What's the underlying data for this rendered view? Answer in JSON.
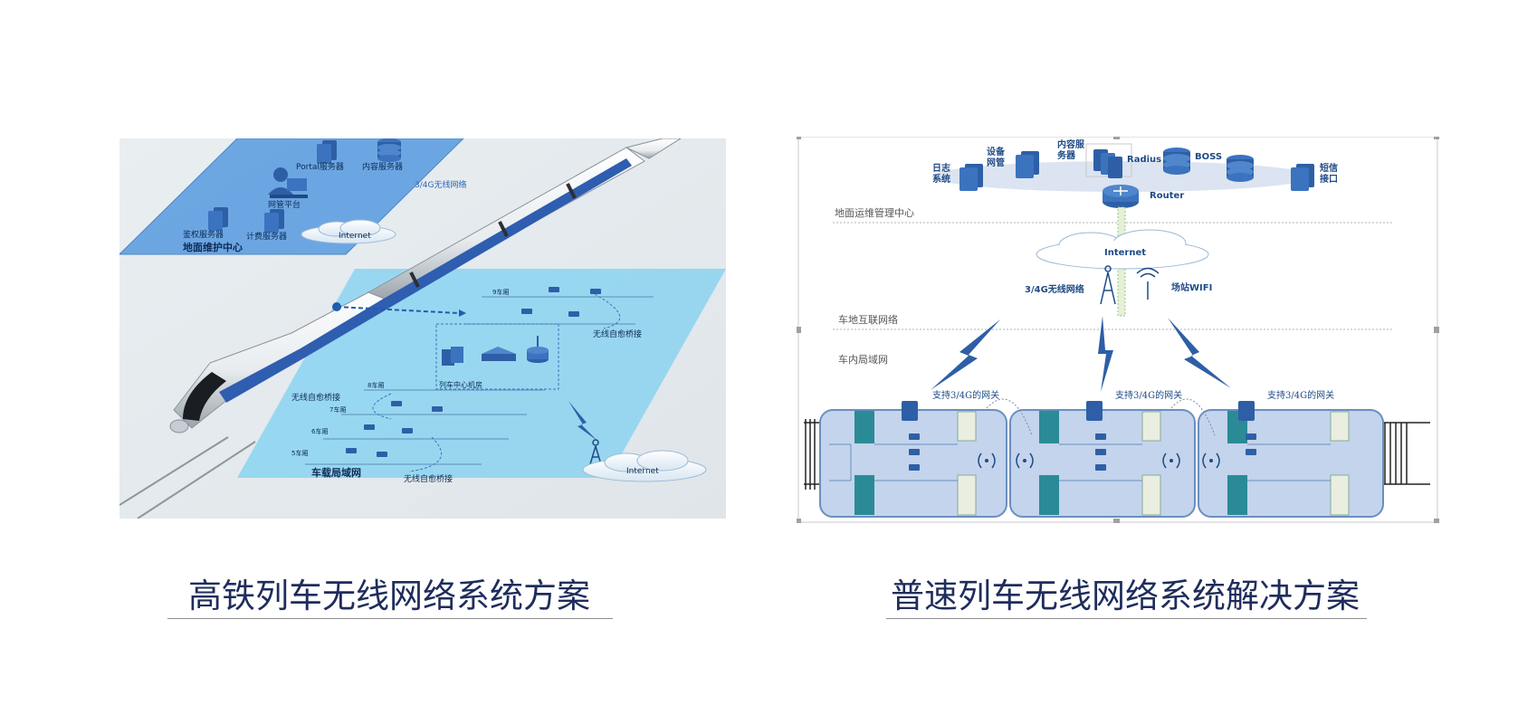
{
  "left_diagram": {
    "ground_center": "地面维护中心",
    "portal_server": "Portal服务器",
    "content_server": "内容服务器",
    "nms_platform": "网管平台",
    "auth_server": "鉴权服务器",
    "billing_server": "计费服务器",
    "internet_top": "Internet",
    "net_3g4g": "3/4G无线网络",
    "car9": "9车厢",
    "car8": "8车厢",
    "car7": "7车厢",
    "car6": "6车厢",
    "car5": "5车厢",
    "self_heal_right": "无线自愈桥接",
    "self_heal_left": "无线自愈桥接",
    "self_heal_bottom": "无线自愈桥接",
    "train_room": "列车中心机房",
    "onboard_lan": "车载局域网",
    "internet_bottom": "Internet"
  },
  "right_diagram": {
    "log_system": "日志\n系统",
    "device_nms": "设备\n网管",
    "content_server": "内容服\n务器",
    "radius": "Radius",
    "boss": "BOSS",
    "sms_interface": "短信\n接口",
    "router": "Router",
    "ground_center": "地面运维管理中心",
    "internet": "Internet",
    "net_3g4g": "3/4G无线网络",
    "station_wifi": "场站WIFI",
    "train_ground_net": "车地互联网络",
    "onboard_lan": "车内局域网",
    "gateway_label": "支持3/4G的网关"
  },
  "captions": {
    "left": "高铁列车无线网络系统方案",
    "right": "普速列车无线网络系统解决方案"
  }
}
